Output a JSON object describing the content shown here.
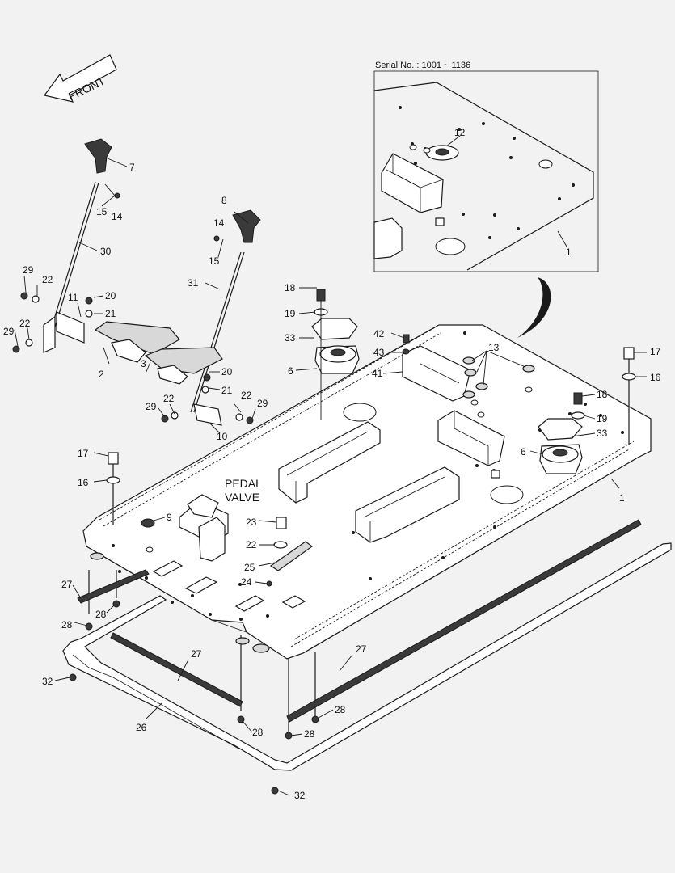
{
  "diagram": {
    "direction_label": "FRONT",
    "serial_label": "Serial No. : 1001 ~ 1136",
    "pedal_valve_label_line1": "PEDAL",
    "pedal_valve_label_line2": "VALVE",
    "callouts": {
      "c7": "7",
      "c15a": "15",
      "c14a": "14",
      "c30": "30",
      "c8": "8",
      "c14b": "14",
      "c15b": "15",
      "c31": "31",
      "c29a": "29",
      "c22a": "22",
      "c11": "11",
      "c20a": "20",
      "c21a": "21",
      "c29b": "29",
      "c22b": "22",
      "c2": "2",
      "c3": "3",
      "c20b": "20",
      "c21b": "21",
      "c22c": "22",
      "c29c": "29",
      "c29d": "29",
      "c22d": "22",
      "c10": "10",
      "c18a": "18",
      "c19a": "19",
      "c33a": "33",
      "c6a": "6",
      "c42": "42",
      "c43": "43",
      "c41": "41",
      "c13": "13",
      "c17a": "17",
      "c16a": "16",
      "c18b": "18",
      "c19b": "19",
      "c33b": "33",
      "c6b": "6",
      "c1a": "1",
      "c17b": "17",
      "c16b": "16",
      "c9": "9",
      "c23": "23",
      "c22e": "22",
      "c25": "25",
      "c24": "24",
      "c27a": "27",
      "c28a": "28",
      "c28b": "28",
      "c27b": "27",
      "c27c": "27",
      "c32a": "32",
      "c26": "26",
      "c28c": "28",
      "c28d": "28",
      "c28e": "28",
      "c32b": "32",
      "c12": "12",
      "c1b": "1"
    }
  }
}
